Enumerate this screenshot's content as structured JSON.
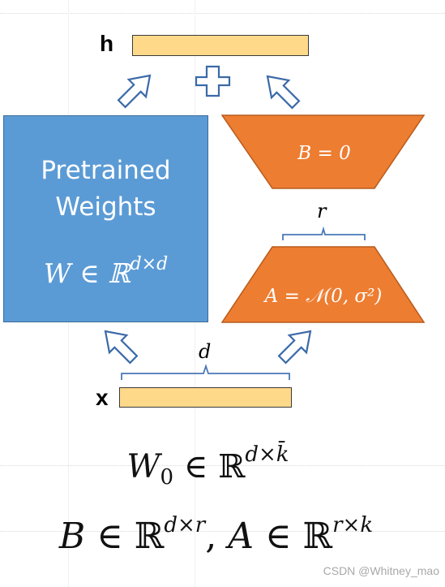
{
  "diagram": {
    "output_label": "h",
    "input_label": "x",
    "pretrained": {
      "title_line1": "Pretrained",
      "title_line2": "Weights",
      "formula_base": "W ∈ ℝ",
      "formula_sup": "d×d"
    },
    "matrix_b_label": "B = 0",
    "matrix_a_label": "A = 𝒩(0, σ²)",
    "rank_label": "r",
    "dim_label": "d",
    "plus_symbol": "+"
  },
  "formulas": {
    "w0_base": "W",
    "w0_sub": "0",
    "w0_rel": " ∈ ℝ",
    "w0_sup": "d×k̄",
    "ba_b": "B",
    "ba_rel1": " ∈ ℝ",
    "ba_sup1": "d×r",
    "ba_sep": ", ",
    "ba_a": "A",
    "ba_rel2": " ∈ ℝ",
    "ba_sup2": "r×k"
  },
  "watermark": "CSDN @Whitney_mao",
  "colors": {
    "weights_fill": "#5b9bd5",
    "matrix_fill": "#ed7d31",
    "bar_fill": "#ffd98a"
  }
}
